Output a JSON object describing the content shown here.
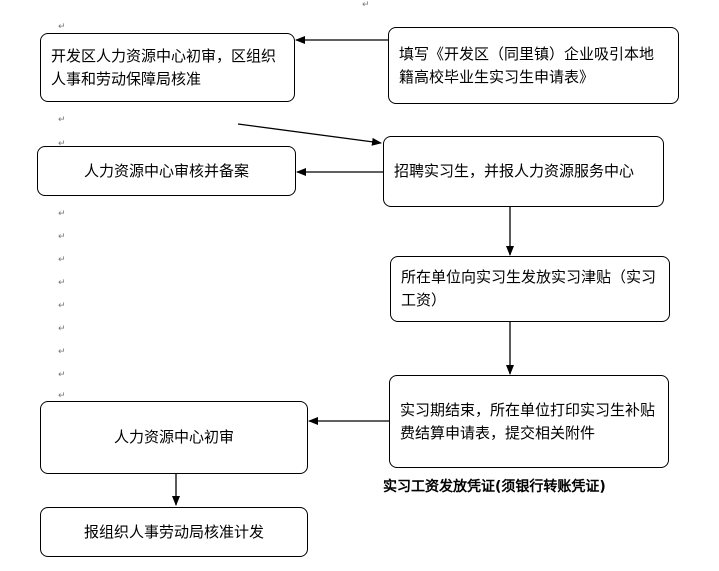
{
  "flowchart": {
    "nodes": {
      "district_review": "开发区人力资源中心初审，区组织人事和劳动保障局核准",
      "fill_form": "填写《开发区（同里镇）企业吸引本地籍高校毕业生实习生申请表》",
      "hr_filing": "人力资源中心审核并备案",
      "recruit": "招聘实习生，并报人力资源服务中心",
      "pay_allowance": "所在单位向实习生发放实习津贴（实习工资）",
      "internship_end": "实习期结束，所在单位打印实习生补贴费结算申请表，提交相关附件",
      "hr_initial_review": "人力资源中心初审",
      "submit_approval": "报组织人事劳动局核准计发"
    },
    "caption": "实习工资发放凭证(须银行转账凭证)",
    "marks": {
      "paragraph": "↵"
    }
  }
}
